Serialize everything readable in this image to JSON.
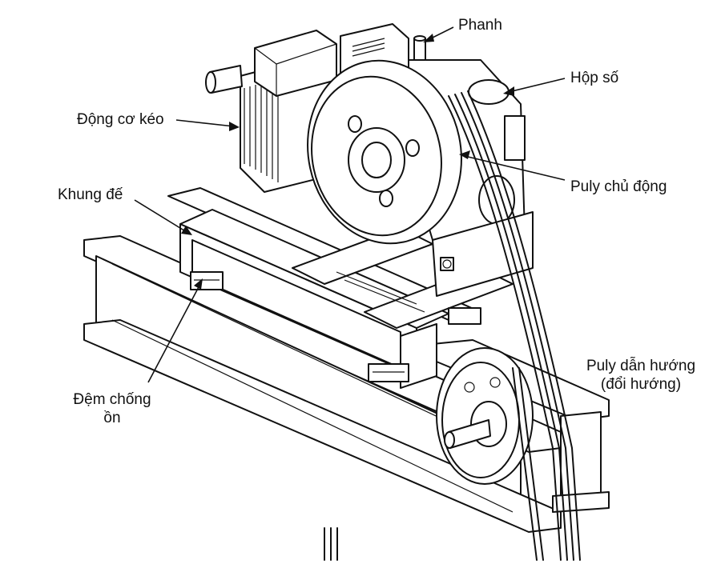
{
  "diagram": {
    "labels": {
      "brake": "Phanh",
      "gearbox": "Hộp số",
      "motor": "Động cơ kéo",
      "base_frame": "Khung đế",
      "drive_sheave": "Puly chủ động",
      "deflector_line1": "Puly dẫn hướng",
      "deflector_line2": "(đổi hướng)",
      "damper_line1": "Đệm chống",
      "damper_line2": "ồn"
    }
  }
}
